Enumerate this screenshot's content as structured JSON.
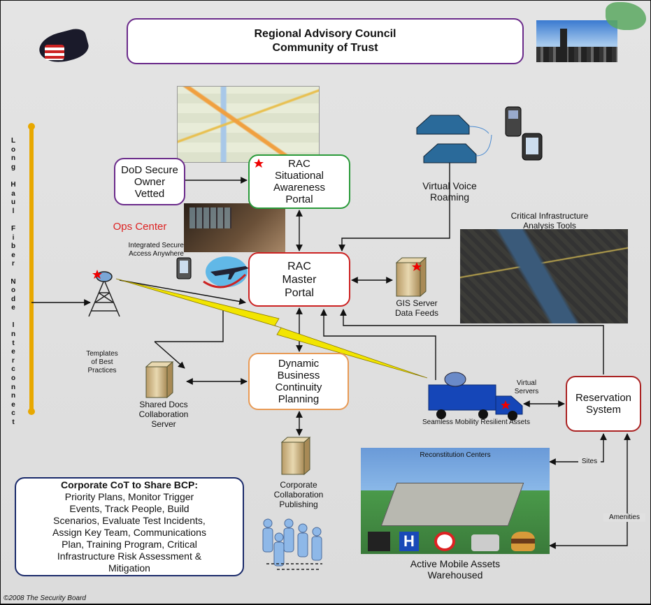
{
  "title": {
    "line1": "Regional Advisory Council",
    "line2": "Community of Trust"
  },
  "dod_box": [
    "DoD Secure",
    "Owner",
    "Vetted"
  ],
  "sa_portal": [
    "RAC",
    "Situational",
    "Awareness",
    "Portal"
  ],
  "master_portal": [
    "RAC",
    "Master",
    "Portal"
  ],
  "bcp_box": [
    "Dynamic",
    "Business",
    "Continuity",
    "Planning"
  ],
  "reservation": [
    "Reservation",
    "System"
  ],
  "ops_center": "Ops Center",
  "secure_access": [
    "Integrated Secure",
    "Access Anywhere"
  ],
  "voice": [
    "Virtual Voice",
    "Roaming"
  ],
  "critical_infra": [
    "Critical Infrastructure",
    "Analysis Tools"
  ],
  "gis": [
    "GIS Server",
    "Data Feeds"
  ],
  "templates": [
    "Templates",
    "of Best",
    "Practices"
  ],
  "shared_docs": [
    "Shared Docs",
    "Collaboration",
    "Server"
  ],
  "virtual_servers": [
    "Virtual",
    "Servers"
  ],
  "mobility": "Seamless Mobility Resilient Assets",
  "corp_publishing": [
    "Corporate",
    "Collaboration",
    "Publishing"
  ],
  "reconstitution": "Reconstitution Centers",
  "active_assets": [
    "Active Mobile Assets",
    "Warehoused"
  ],
  "sites_label": "Sites",
  "amenities_label": "Amenities",
  "fiber_label": "Long Haul Fiber Node Interconnect",
  "cot_box": {
    "heading": "Corporate CoT to Share BCP:",
    "lines": [
      "Priority Plans, Monitor Trigger",
      "Events, Track People, Build",
      "Scenarios, Evaluate Test Incidents,",
      "Assign Key Team, Communications",
      "Plan, Training Program, Critical",
      "Infrastructure Risk Assessment &",
      "Mitigation"
    ]
  },
  "copyright": "©2008 The Security Board",
  "colors": {
    "purple": "#6a2a8a",
    "green": "#2a9a3a",
    "red": "#cc2222",
    "orange": "#e89a55",
    "navy": "#1a2a6a",
    "fiber": "#e8a800",
    "truck": "#1546b8"
  }
}
